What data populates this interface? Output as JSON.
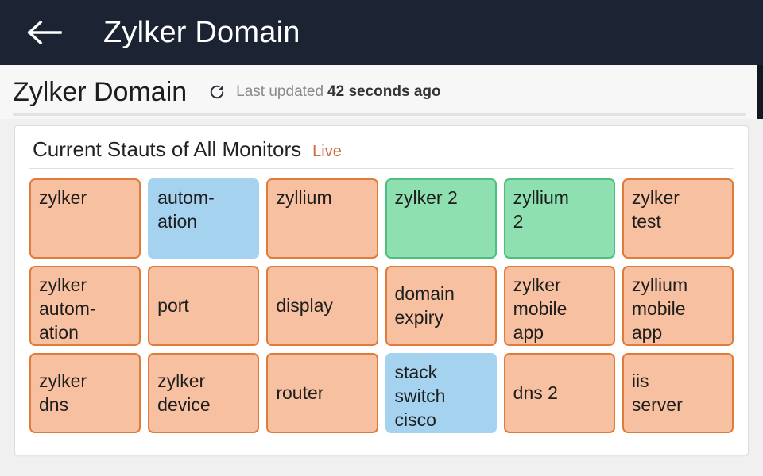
{
  "appbar": {
    "back_icon": "arrow-left-icon",
    "title": "Zylker Domain"
  },
  "subheader": {
    "title": "Zylker Domain",
    "refresh_icon": "refresh-icon",
    "updated_label": "Last updated",
    "updated_value": "42 seconds ago"
  },
  "card": {
    "title": "Current Stauts of All Monitors",
    "live_label": "Live",
    "colors": {
      "orange_fill": "#f7c0a0",
      "orange_border": "#e07b39",
      "green_fill": "#8ee0b0",
      "green_border": "#4fbf7f",
      "blue_fill": "#a5d2ee",
      "appbar": "#1c2433",
      "live_text": "#d06a45"
    },
    "monitors": [
      {
        "label": "zylker",
        "status": "orange",
        "align": "top"
      },
      {
        "label": "autom-\nation",
        "status": "blue",
        "align": "top"
      },
      {
        "label": "zyllium",
        "status": "orange",
        "align": "top"
      },
      {
        "label": "zylker 2",
        "status": "green",
        "align": "top"
      },
      {
        "label": "zyllium\n2",
        "status": "green",
        "align": "top"
      },
      {
        "label": "zylker\ntest",
        "status": "orange",
        "align": "top"
      },
      {
        "label": "zylker\nautom-\nation",
        "status": "orange",
        "align": "top"
      },
      {
        "label": "port",
        "status": "orange",
        "align": "center"
      },
      {
        "label": "display",
        "status": "orange",
        "align": "center"
      },
      {
        "label": "domain\nexpiry",
        "status": "orange",
        "align": "center"
      },
      {
        "label": "zylker\nmobile\napp",
        "status": "orange",
        "align": "top"
      },
      {
        "label": "zyllium\nmobile\napp",
        "status": "orange",
        "align": "top"
      },
      {
        "label": "zylker\ndns",
        "status": "orange",
        "align": "center"
      },
      {
        "label": "zylker\ndevice",
        "status": "orange",
        "align": "center"
      },
      {
        "label": "router",
        "status": "orange",
        "align": "center"
      },
      {
        "label": "stack\nswitch\ncisco",
        "status": "blue",
        "align": "top"
      },
      {
        "label": "dns 2",
        "status": "orange",
        "align": "center"
      },
      {
        "label": "iis\nserver",
        "status": "orange",
        "align": "center"
      }
    ]
  }
}
